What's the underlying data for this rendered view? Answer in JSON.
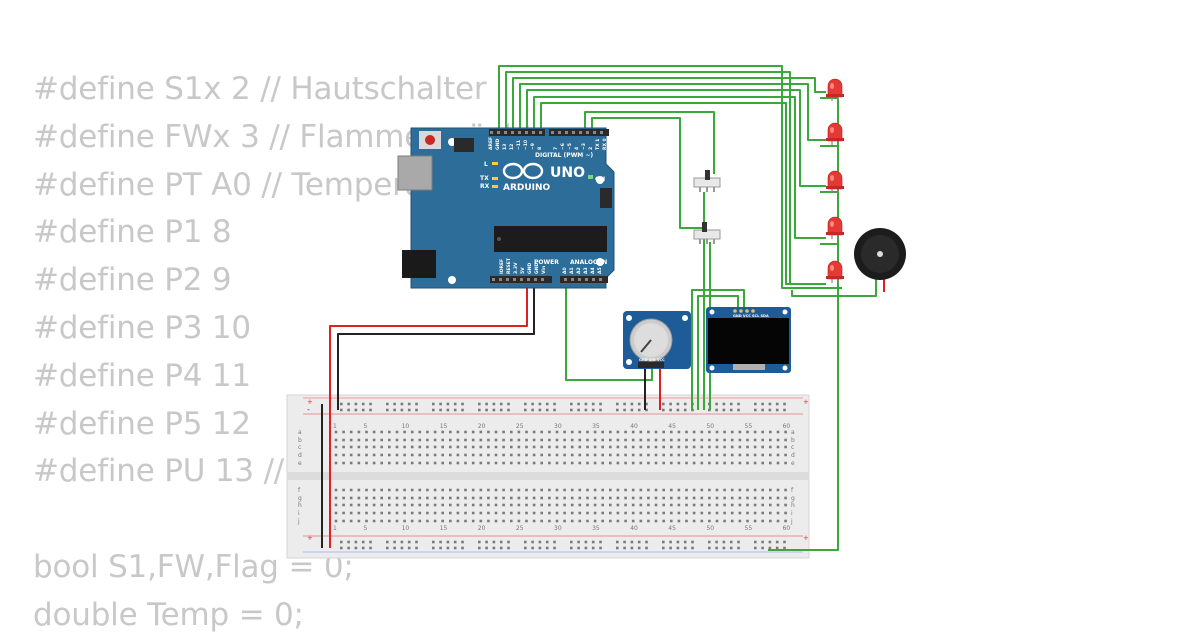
{
  "code_lines": [
    "#define S1x 2 // Hautschalter",
    "#define FWx 3 // Flammenwächter",
    "#define PT A0 // Temperatur",
    "#define P1 8",
    "#define P2 9",
    "#define P3 10",
    "#define P4 11",
    "#define P5 12",
    "#define PU 13 //",
    "",
    "bool S1,FW,Flag = 0;",
    "double Temp = 0;"
  ],
  "arduino": {
    "brand": "ARDUINO",
    "model": "UNO",
    "digital_label": "DIGITAL (PWM ~)",
    "power_label": "POWER",
    "analog_label": "ANALOG IN",
    "on_label": "ON",
    "l_label": "L",
    "tx_label": "TX",
    "rx_label": "RX",
    "aref_label": "AREF",
    "gnd_label": "GND",
    "ioref_label": "IOREF",
    "reset_label": "RESET",
    "v33_label": "3.3V",
    "v5_label": "5V",
    "vin_label": "Vin",
    "analog_pins": [
      "A0",
      "A1",
      "A2",
      "A3",
      "A4",
      "A5"
    ],
    "digital_pins": [
      "13",
      "12",
      "~11",
      "~10",
      "~9",
      "8",
      "7",
      "~6",
      "~5",
      "4",
      "~3",
      "2",
      "TX 1",
      "RX 0"
    ]
  },
  "oled": {
    "pin_labels": "GND VCC SCL SDA"
  },
  "potentiometer": {
    "pin_labels": "GND SIG VCC"
  },
  "breadboard": {
    "column_numbers": [
      "1",
      "5",
      "10",
      "15",
      "20",
      "25",
      "30",
      "35",
      "40",
      "45",
      "50",
      "55",
      "60"
    ],
    "row_letters_top": [
      "a",
      "b",
      "c",
      "d",
      "e"
    ],
    "row_letters_bottom": [
      "f",
      "g",
      "h",
      "i",
      "j"
    ],
    "rail_plus": "+",
    "rail_minus": "-"
  },
  "colors": {
    "wire_green": "#3aa83a",
    "wire_red": "#e02020",
    "wire_black": "#222222",
    "arduino_blue": "#2c6d99",
    "oled_blue": "#1e5c99",
    "led_red": "#e53935",
    "code_gray": "#c8c8c8"
  }
}
